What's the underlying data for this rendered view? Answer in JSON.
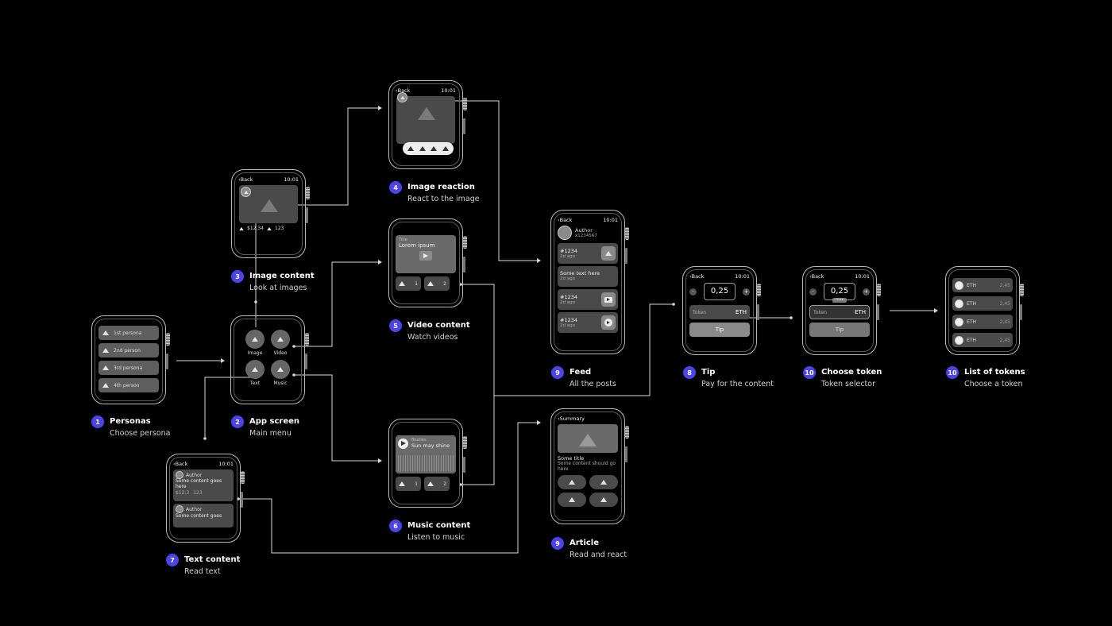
{
  "accent": "#4d44e8",
  "labels": {
    "personas": {
      "num": "1",
      "title": "Personas",
      "sub": "Choose persona"
    },
    "app": {
      "num": "2",
      "title": "App screen",
      "sub": "Main menu"
    },
    "image": {
      "num": "3",
      "title": "Image content",
      "sub": "Look at images"
    },
    "reaction": {
      "num": "4",
      "title": "Image reaction",
      "sub": "React to the image"
    },
    "video": {
      "num": "5",
      "title": "Video content",
      "sub": "Watch videos"
    },
    "music": {
      "num": "6",
      "title": "Music content",
      "sub": "Listen to music"
    },
    "text": {
      "num": "7",
      "title": "Text content",
      "sub": "Read text"
    },
    "tip": {
      "num": "8",
      "title": "Tip",
      "sub": "Pay for the content"
    },
    "feed": {
      "num": "9",
      "title": "Feed",
      "sub": "All the posts"
    },
    "article": {
      "num": "9",
      "title": "Article",
      "sub": "Read and react"
    },
    "choose_token": {
      "num": "10",
      "title": "Choose token",
      "sub": "Token selector"
    },
    "list_tokens": {
      "num": "10",
      "title": "List of tokens",
      "sub": "Choose a token"
    }
  },
  "screens": {
    "personas": {
      "items": [
        "1st persona",
        "2nd person",
        "3rd persona",
        "4th person"
      ]
    },
    "app": {
      "items": [
        "Image",
        "Video",
        "Text",
        "Music"
      ]
    },
    "image": {
      "back": "Back",
      "time": "10:01",
      "price": "$12.34",
      "count": "123"
    },
    "reaction": {
      "back": "Back",
      "time": "10:01"
    },
    "video": {
      "small": "Title",
      "title": "Lorem ipsum",
      "n1": "1",
      "n2": "2"
    },
    "music": {
      "small": "Beatles",
      "title": "Sun may shine",
      "n1": "1",
      "n2": "2"
    },
    "text": {
      "back": "Back",
      "time": "10:01",
      "author": "Author",
      "body": "Some content goes here",
      "price": "$12,3",
      "count": "123",
      "author2": "Author",
      "body2": "Some content goes"
    },
    "feed": {
      "back": "Back",
      "time": "10:01",
      "author": "Author",
      "handle": "x1234567",
      "post1_id": "#1234",
      "post1_ago": "2d ago",
      "post2_text": "Some text here",
      "post2_ago": "2d ago",
      "post3_id": "#1234",
      "post3_ago": "2d ago",
      "post4_id": "#1234",
      "post4_ago": "2d ago"
    },
    "article": {
      "back": "Summary",
      "title": "Some title",
      "body": "Some content should go here"
    },
    "tip": {
      "back": "Back",
      "time": "10:01",
      "minus": "-",
      "amount": "0,25",
      "plus": "+",
      "token_label": "Token",
      "token": "ETH",
      "button": "Tip"
    },
    "choose_token": {
      "back": "Back",
      "time": "10:01",
      "minus": "-",
      "amount": "0,25",
      "plus": "+",
      "chip": "max",
      "token_label": "Token",
      "token": "ETH",
      "button": "Tip"
    },
    "list_tokens": {
      "items": [
        {
          "name": "ETH",
          "value": "2,45"
        },
        {
          "name": "ETH",
          "value": "2,45"
        },
        {
          "name": "ETH",
          "value": "2,45"
        },
        {
          "name": "ETH",
          "value": "2,45"
        }
      ]
    }
  }
}
